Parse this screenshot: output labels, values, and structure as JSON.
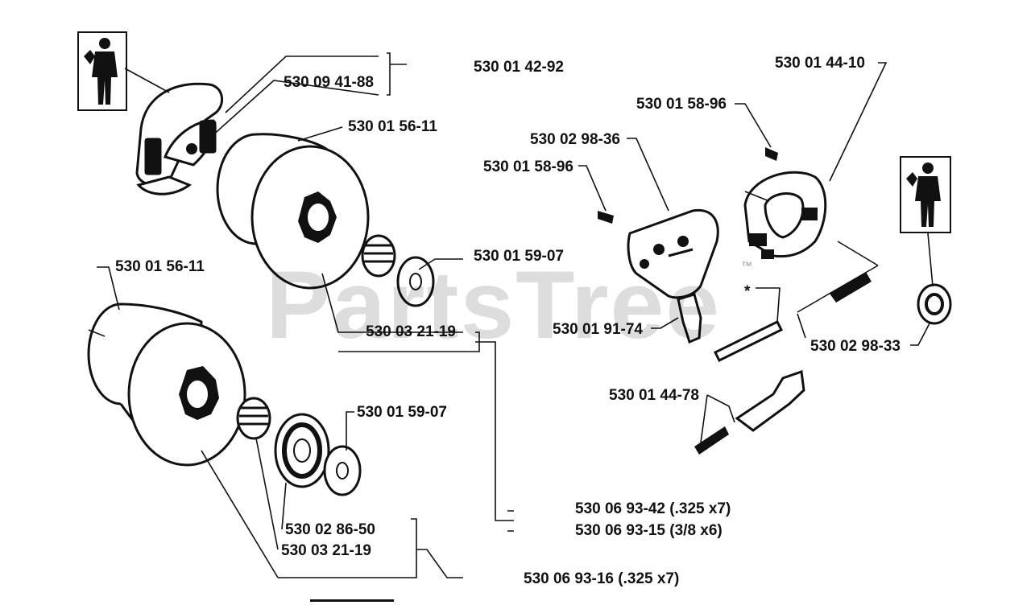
{
  "watermark": "PartsTree",
  "watermark_tm": "™",
  "labels": {
    "clutch_kit": "530 01 42-92",
    "clutch_assembly": "530 09 41-88",
    "drum_top": "530 01 56-11",
    "washer_top": "530 01 59-07",
    "bearing_top": "530 03 21-19",
    "drum_bottom": "530 01 56-11",
    "washer_bottom": "530 01 59-07",
    "rim_sprocket": "530 02 86-50",
    "bearing_bottom": "530 03 21-19",
    "kit_325x7": "530 06 93-42 (.325 x7)",
    "kit_38x6": "530 06 93-15 (3/8 x6)",
    "kit_bottom": "530 06 93-16 (.325 x7)",
    "oil_pump": "530 01 44-10",
    "screw_right": "530 01 58-96",
    "cover_plate": "530 02 98-36",
    "screw_left": "530 01 58-96",
    "hose_clip": "530 01 91-74",
    "worm_gear": "530 02 98-33",
    "adjust_screw": "530 01 44-78",
    "asterisk": "*"
  },
  "icons": [
    "technician-icon",
    "technician-icon"
  ]
}
